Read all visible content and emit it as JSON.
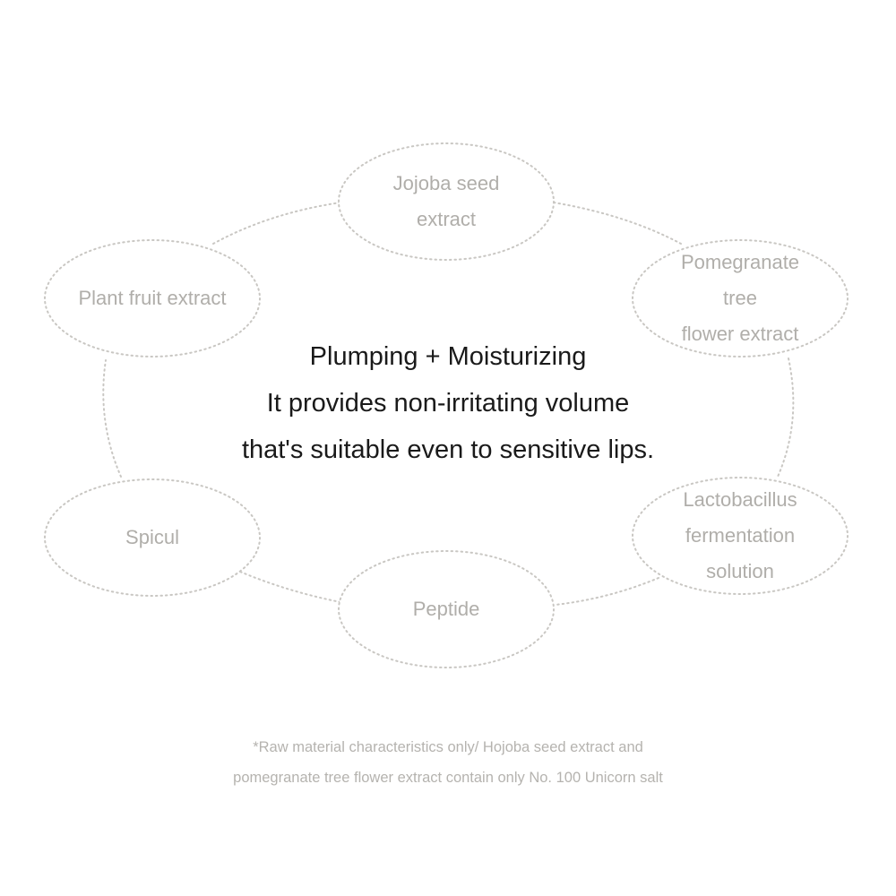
{
  "colors": {
    "background": "#ffffff",
    "dotted_line": "#c9c7c3",
    "node_text": "#b0aeaa",
    "center_text": "#1a1a1a",
    "footnote_text": "#b5b3af"
  },
  "nodes": [
    {
      "id": "jojoba",
      "label": "Jojoba seed\nextract"
    },
    {
      "id": "pomegranate",
      "label": "Pomegranate tree\nflower extract"
    },
    {
      "id": "lactobacillus",
      "label": "Lactobacillus\nfermentation\nsolution"
    },
    {
      "id": "peptide",
      "label": "Peptide"
    },
    {
      "id": "spicul",
      "label": "Spicul"
    },
    {
      "id": "plant-fruit",
      "label": "Plant fruit extract"
    }
  ],
  "center": {
    "line1": "Plumping + Moisturizing",
    "line2": "It provides non-irritating volume",
    "line3": "that's suitable even to sensitive lips."
  },
  "footnote": {
    "line1": "*Raw material characteristics only/ Hojoba seed extract and",
    "line2": "pomegranate tree flower extract contain only No. 100 Unicorn salt"
  }
}
